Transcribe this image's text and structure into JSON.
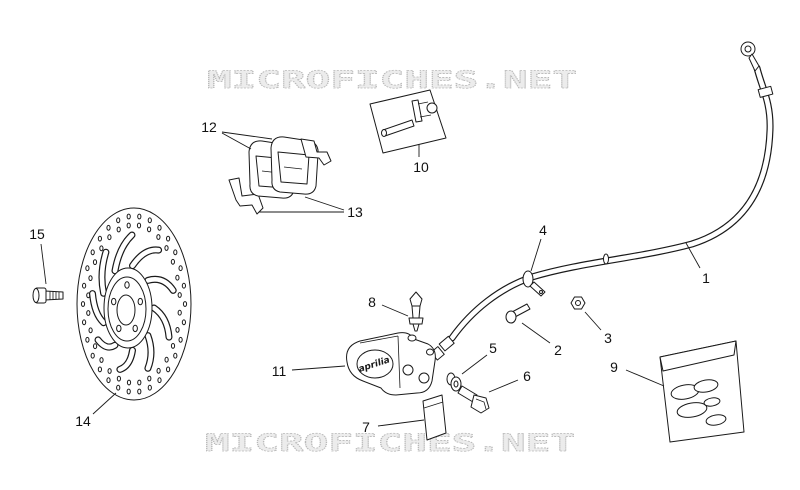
{
  "watermark": {
    "top": "MICROFICHES.NET",
    "bottom": "MICROFICHES.NET"
  },
  "callouts": [
    "1",
    "2",
    "3",
    "4",
    "5",
    "6",
    "7",
    "8",
    "9",
    "10",
    "11",
    "12",
    "13",
    "14",
    "15"
  ],
  "caliper_brand": "aprilia",
  "colors": {
    "background": "#ffffff",
    "line": "#1a1a1a",
    "watermark_fill": "#ececec",
    "watermark_stroke": "#b9b9b9"
  }
}
